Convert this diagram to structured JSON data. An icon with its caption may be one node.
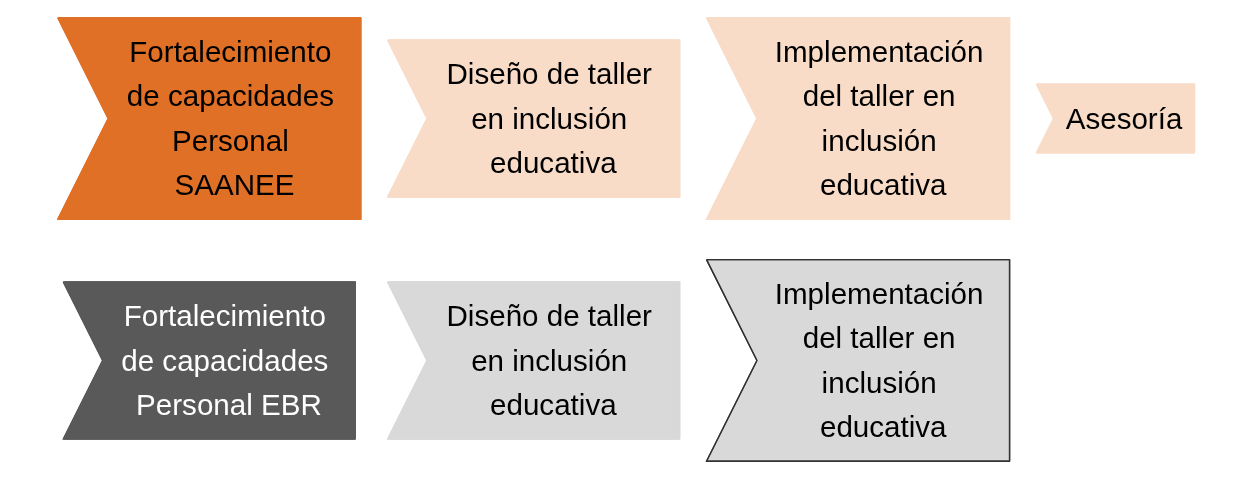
{
  "diagram": {
    "nodes": [
      {
        "text": [
          "Fortalecimiento de capacidades Personal SAANEE"
        ]
      },
      {
        "text": [
          "Diseño de taller en inclusión educativa"
        ]
      },
      {
        "text": [
          "Implementación del taller en inclusión educativa"
        ]
      },
      {
        "text": [
          "Asesoría"
        ]
      },
      {
        "text": [
          "Fortalecimiento de capacidades Personal EBR"
        ]
      },
      {
        "text": [
          "Diseño de taller en inclusión educativa"
        ]
      },
      {
        "text": [
          "Implementación del taller en inclusión educativa"
        ]
      }
    ],
    "edges": []
  }
}
